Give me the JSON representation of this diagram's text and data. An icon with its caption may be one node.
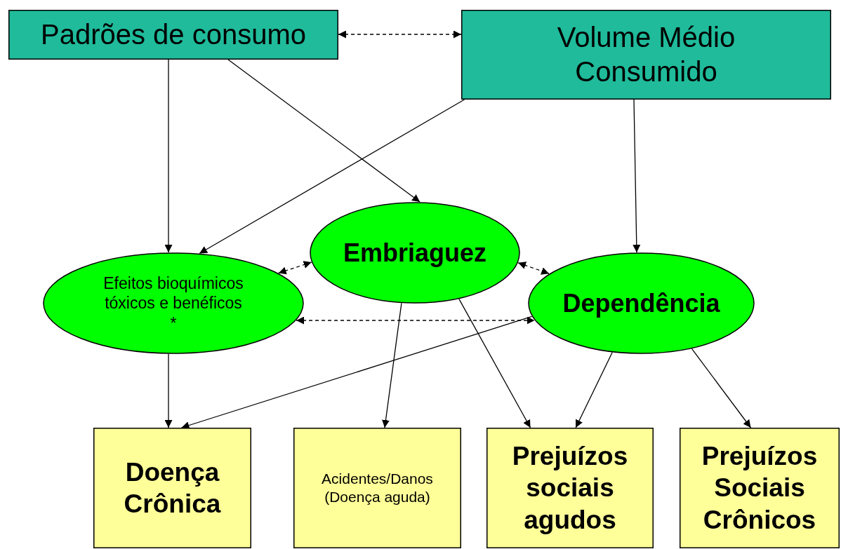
{
  "diagram": {
    "nodes": [
      {
        "text": [
          "Padrões de consumo"
        ]
      },
      {
        "text": [
          "Volume Médio Consumido"
        ]
      },
      {
        "text": [
          "Efeitos bioquímicos tóxicos e benéficos",
          "*"
        ]
      },
      {
        "text": [
          "Embriaguez"
        ]
      },
      {
        "text": [
          "Dependência"
        ]
      },
      {
        "text": [
          "Doença Crônica"
        ]
      },
      {
        "text": [
          "Acidentes/Danos (Doença aguda)"
        ]
      },
      {
        "text": [
          "Prejuízos sociais agudos"
        ]
      },
      {
        "text": [
          "Prejuízos Sociais Crônicos"
        ]
      }
    ],
    "edges": [
      {
        "from": 0,
        "to": 1,
        "arrow": "both",
        "style": "dashed"
      },
      {
        "from": 0,
        "to": 2,
        "arrow": "to"
      },
      {
        "from": 0,
        "to": 3,
        "arrow": "to"
      },
      {
        "from": 1,
        "to": 2,
        "arrow": "to"
      },
      {
        "from": 1,
        "to": 4,
        "arrow": "to"
      },
      {
        "from": 2,
        "to": 3,
        "arrow": "both",
        "style": "dashed"
      },
      {
        "from": 3,
        "to": 4,
        "arrow": "both",
        "style": "dashed"
      },
      {
        "from": 2,
        "to": 4,
        "arrow": "both",
        "style": "dashed"
      },
      {
        "from": 2,
        "to": 5,
        "arrow": "to"
      },
      {
        "from": 4,
        "to": 5,
        "arrow": "to"
      },
      {
        "from": 3,
        "to": 6,
        "arrow": "to"
      },
      {
        "from": 3,
        "to": 7,
        "arrow": "to"
      },
      {
        "from": 4,
        "to": 7,
        "arrow": "to"
      },
      {
        "from": 4,
        "to": 8,
        "arrow": "to"
      }
    ]
  }
}
